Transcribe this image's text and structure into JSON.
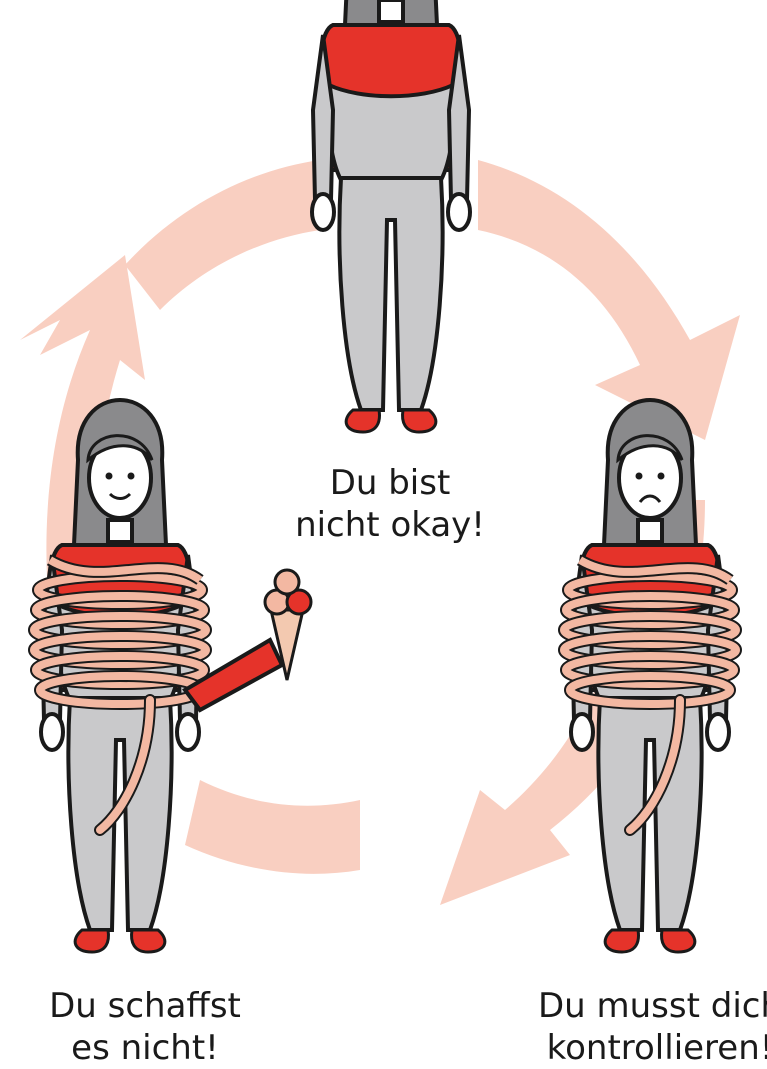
{
  "colors": {
    "cycle_arrow": "#f9cfc1",
    "shirt": "#e5332a",
    "pants": "#c9c9cb",
    "hair": "#8a8a8c",
    "rope": "#f3b8a2",
    "outline": "#1a1a1a"
  },
  "figures": {
    "top": {
      "line1": "Du bist",
      "line2": "nicht okay!"
    },
    "left": {
      "line1": "Du schaffst",
      "line2": "es nicht!"
    },
    "right": {
      "line1": "Du musst dich",
      "line2": "kontrollieren!"
    }
  },
  "icons": [
    "ice-cream-icon",
    "rope-icon"
  ]
}
